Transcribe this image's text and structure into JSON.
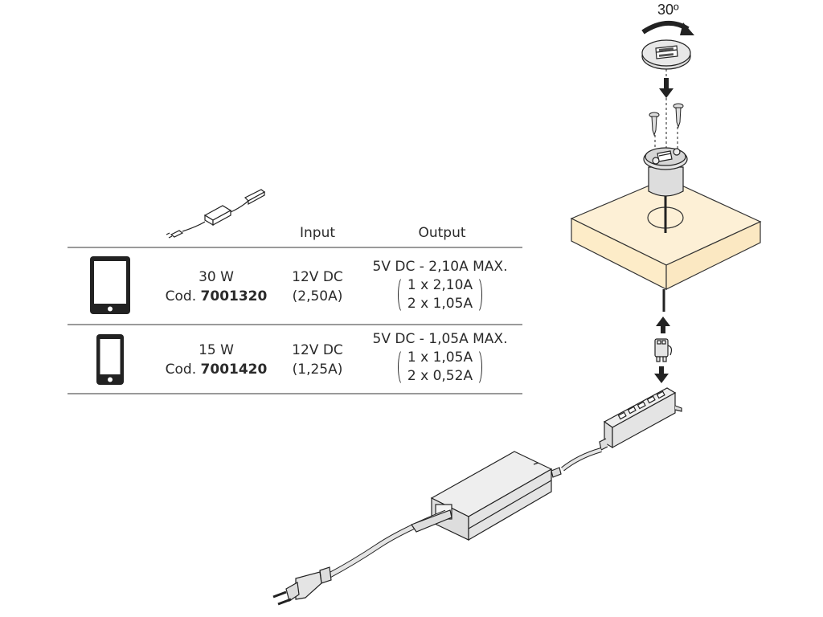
{
  "table": {
    "headers": {
      "input": "Input",
      "output": "Output"
    },
    "rows": [
      {
        "device": "tablet",
        "power": "30 W",
        "code_prefix": "Cod.",
        "code": "7001320",
        "input_voltage": "12V DC",
        "input_current": "(2,50A)",
        "output_max": "5V DC - 2,10A MAX.",
        "output_one": "1 x 2,10A",
        "output_two": "2 x 1,05A"
      },
      {
        "device": "smartphone",
        "power": "15 W",
        "code_prefix": "Cod.",
        "code": "7001420",
        "input_voltage": "12V DC",
        "input_current": "(1,25A)",
        "output_max": "5V DC - 1,05A MAX.",
        "output_one": "1 x 1,05A",
        "output_two": "2 x 0,52A"
      }
    ]
  },
  "diagram": {
    "rotation_label": "30º",
    "board_color": "#fdf0d6",
    "line_color": "#2a2a2a",
    "part_fill": "#e4e4e4",
    "icons": [
      "power-adapter-icon",
      "tablet-icon",
      "smartphone-icon",
      "usb-cap-icon",
      "screw-icon",
      "usb-socket-icon",
      "connector-icon",
      "distribution-block-icon",
      "transformer-icon",
      "euro-plug-icon"
    ]
  }
}
